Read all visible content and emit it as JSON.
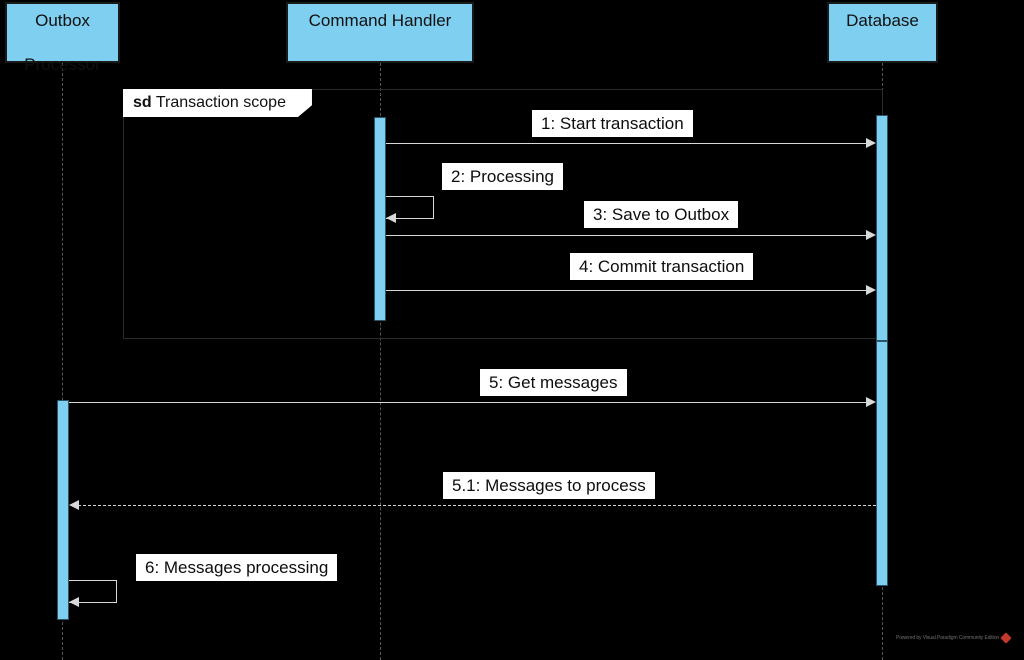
{
  "diagram": {
    "type": "uml-sequence-diagram",
    "background_color": "#000000",
    "participant_fill": "#7ecff0",
    "activation_fill": "#7ecff0",
    "label_fill": "#ffffff",
    "label_text_color": "#0d0d0d"
  },
  "participants": [
    {
      "id": "outbox-processor",
      "label": "Outbox\nProcessor",
      "line1": "Outbox",
      "line2": "Processor"
    },
    {
      "id": "command-handler",
      "label": "Command Handler",
      "line1": "Command Handler",
      "line2": ""
    },
    {
      "id": "database",
      "label": "Database",
      "line1": "Database",
      "line2": ""
    }
  ],
  "fragment": {
    "keyword": "sd",
    "name": "Transaction scope"
  },
  "messages": [
    {
      "number": "1",
      "text": "1: Start transaction",
      "from": "command-handler",
      "to": "database",
      "kind": "call"
    },
    {
      "number": "2",
      "text": "2: Processing",
      "from": "command-handler",
      "to": "command-handler",
      "kind": "self"
    },
    {
      "number": "3",
      "text": "3: Save to Outbox",
      "from": "command-handler",
      "to": "database",
      "kind": "call"
    },
    {
      "number": "4",
      "text": "4: Commit transaction",
      "from": "command-handler",
      "to": "database",
      "kind": "call"
    },
    {
      "number": "5",
      "text": "5: Get messages",
      "from": "outbox-processor",
      "to": "database",
      "kind": "call"
    },
    {
      "number": "5.1",
      "text": "5.1: Messages to process",
      "from": "database",
      "to": "outbox-processor",
      "kind": "return"
    },
    {
      "number": "6",
      "text": "6: Messages processing",
      "from": "outbox-processor",
      "to": "outbox-processor",
      "kind": "self"
    }
  ],
  "watermark": {
    "text": "Powered by Visual Paradigm Community Edition",
    "mark_color": "#c0392b"
  }
}
